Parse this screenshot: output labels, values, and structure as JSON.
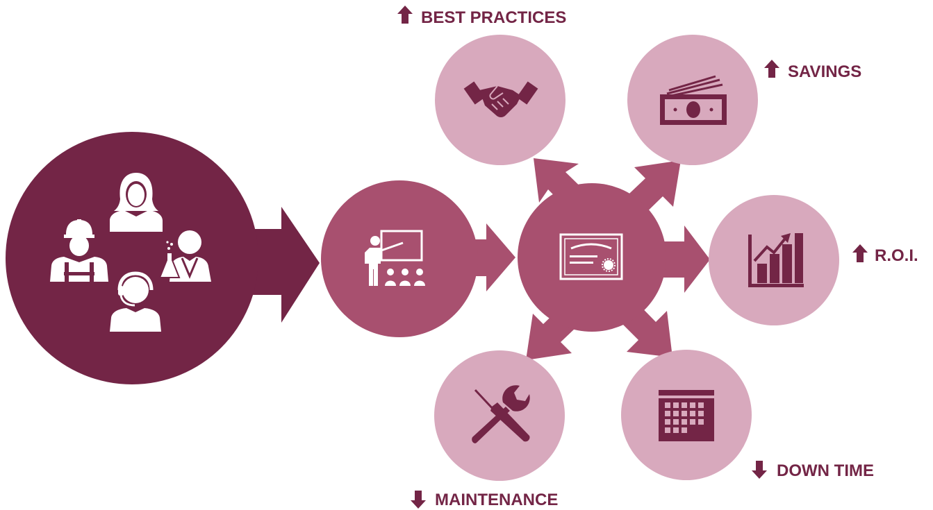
{
  "colors": {
    "dark": "#732546",
    "medium": "#a8506f",
    "light": "#d8a9bd",
    "icon_light": "#ffffff",
    "icon_dark": "#732546"
  },
  "nodes": {
    "people": {
      "icon": "people-group-icon"
    },
    "training": {
      "icon": "trainer-presentation-icon"
    },
    "certification": {
      "icon": "certificate-icon"
    },
    "best_practices": {
      "icon": "handshake-icon"
    },
    "savings": {
      "icon": "money-bills-icon"
    },
    "roi": {
      "icon": "bar-chart-growth-icon"
    },
    "down_time": {
      "icon": "calendar-icon"
    },
    "maintenance": {
      "icon": "wrench-screwdriver-icon"
    }
  },
  "labels": {
    "best_practices": {
      "text": "BEST PRACTICES",
      "trend": "up"
    },
    "savings": {
      "text": "SAVINGS",
      "trend": "up"
    },
    "roi": {
      "text": "R.O.I.",
      "trend": "up"
    },
    "down_time": {
      "text": "DOWN TIME",
      "trend": "down"
    },
    "maintenance": {
      "text": "MAINTENANCE",
      "trend": "down"
    }
  }
}
